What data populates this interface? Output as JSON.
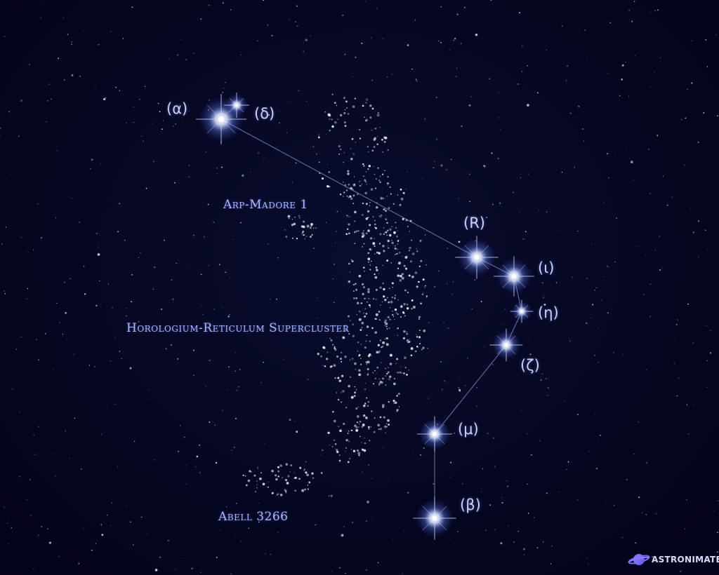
{
  "constellation": {
    "stars": [
      {
        "id": "alpha",
        "label": "(α)"
      },
      {
        "id": "delta",
        "label": "(δ)"
      },
      {
        "id": "R",
        "label": "(R)"
      },
      {
        "id": "iota",
        "label": "(ι)"
      },
      {
        "id": "eta",
        "label": "(η)"
      },
      {
        "id": "zeta",
        "label": "(ζ)"
      },
      {
        "id": "mu",
        "label": "(μ)"
      },
      {
        "id": "beta",
        "label": "(β)"
      }
    ],
    "lines": [
      [
        "alpha",
        "R"
      ],
      [
        "R",
        "iota"
      ],
      [
        "iota",
        "eta"
      ],
      [
        "eta",
        "zeta"
      ],
      [
        "zeta",
        "mu"
      ],
      [
        "mu",
        "beta"
      ]
    ]
  },
  "deep_sky_objects": [
    {
      "id": "arp-madore",
      "label": "Arp-Madore 1"
    },
    {
      "id": "horologium",
      "label": "Horologium-Reticulum Supercluster"
    },
    {
      "id": "abell",
      "label": "Abell 3266"
    }
  ],
  "brand": {
    "name": "ASTRONIMATE",
    "icon": "planet-icon"
  },
  "colors": {
    "background": "#03041a",
    "star_label": "#c9d0ff",
    "object_label": "#aab6ff",
    "constellation_line": "#8f9ad8",
    "star_glow": "#6f8cff"
  }
}
